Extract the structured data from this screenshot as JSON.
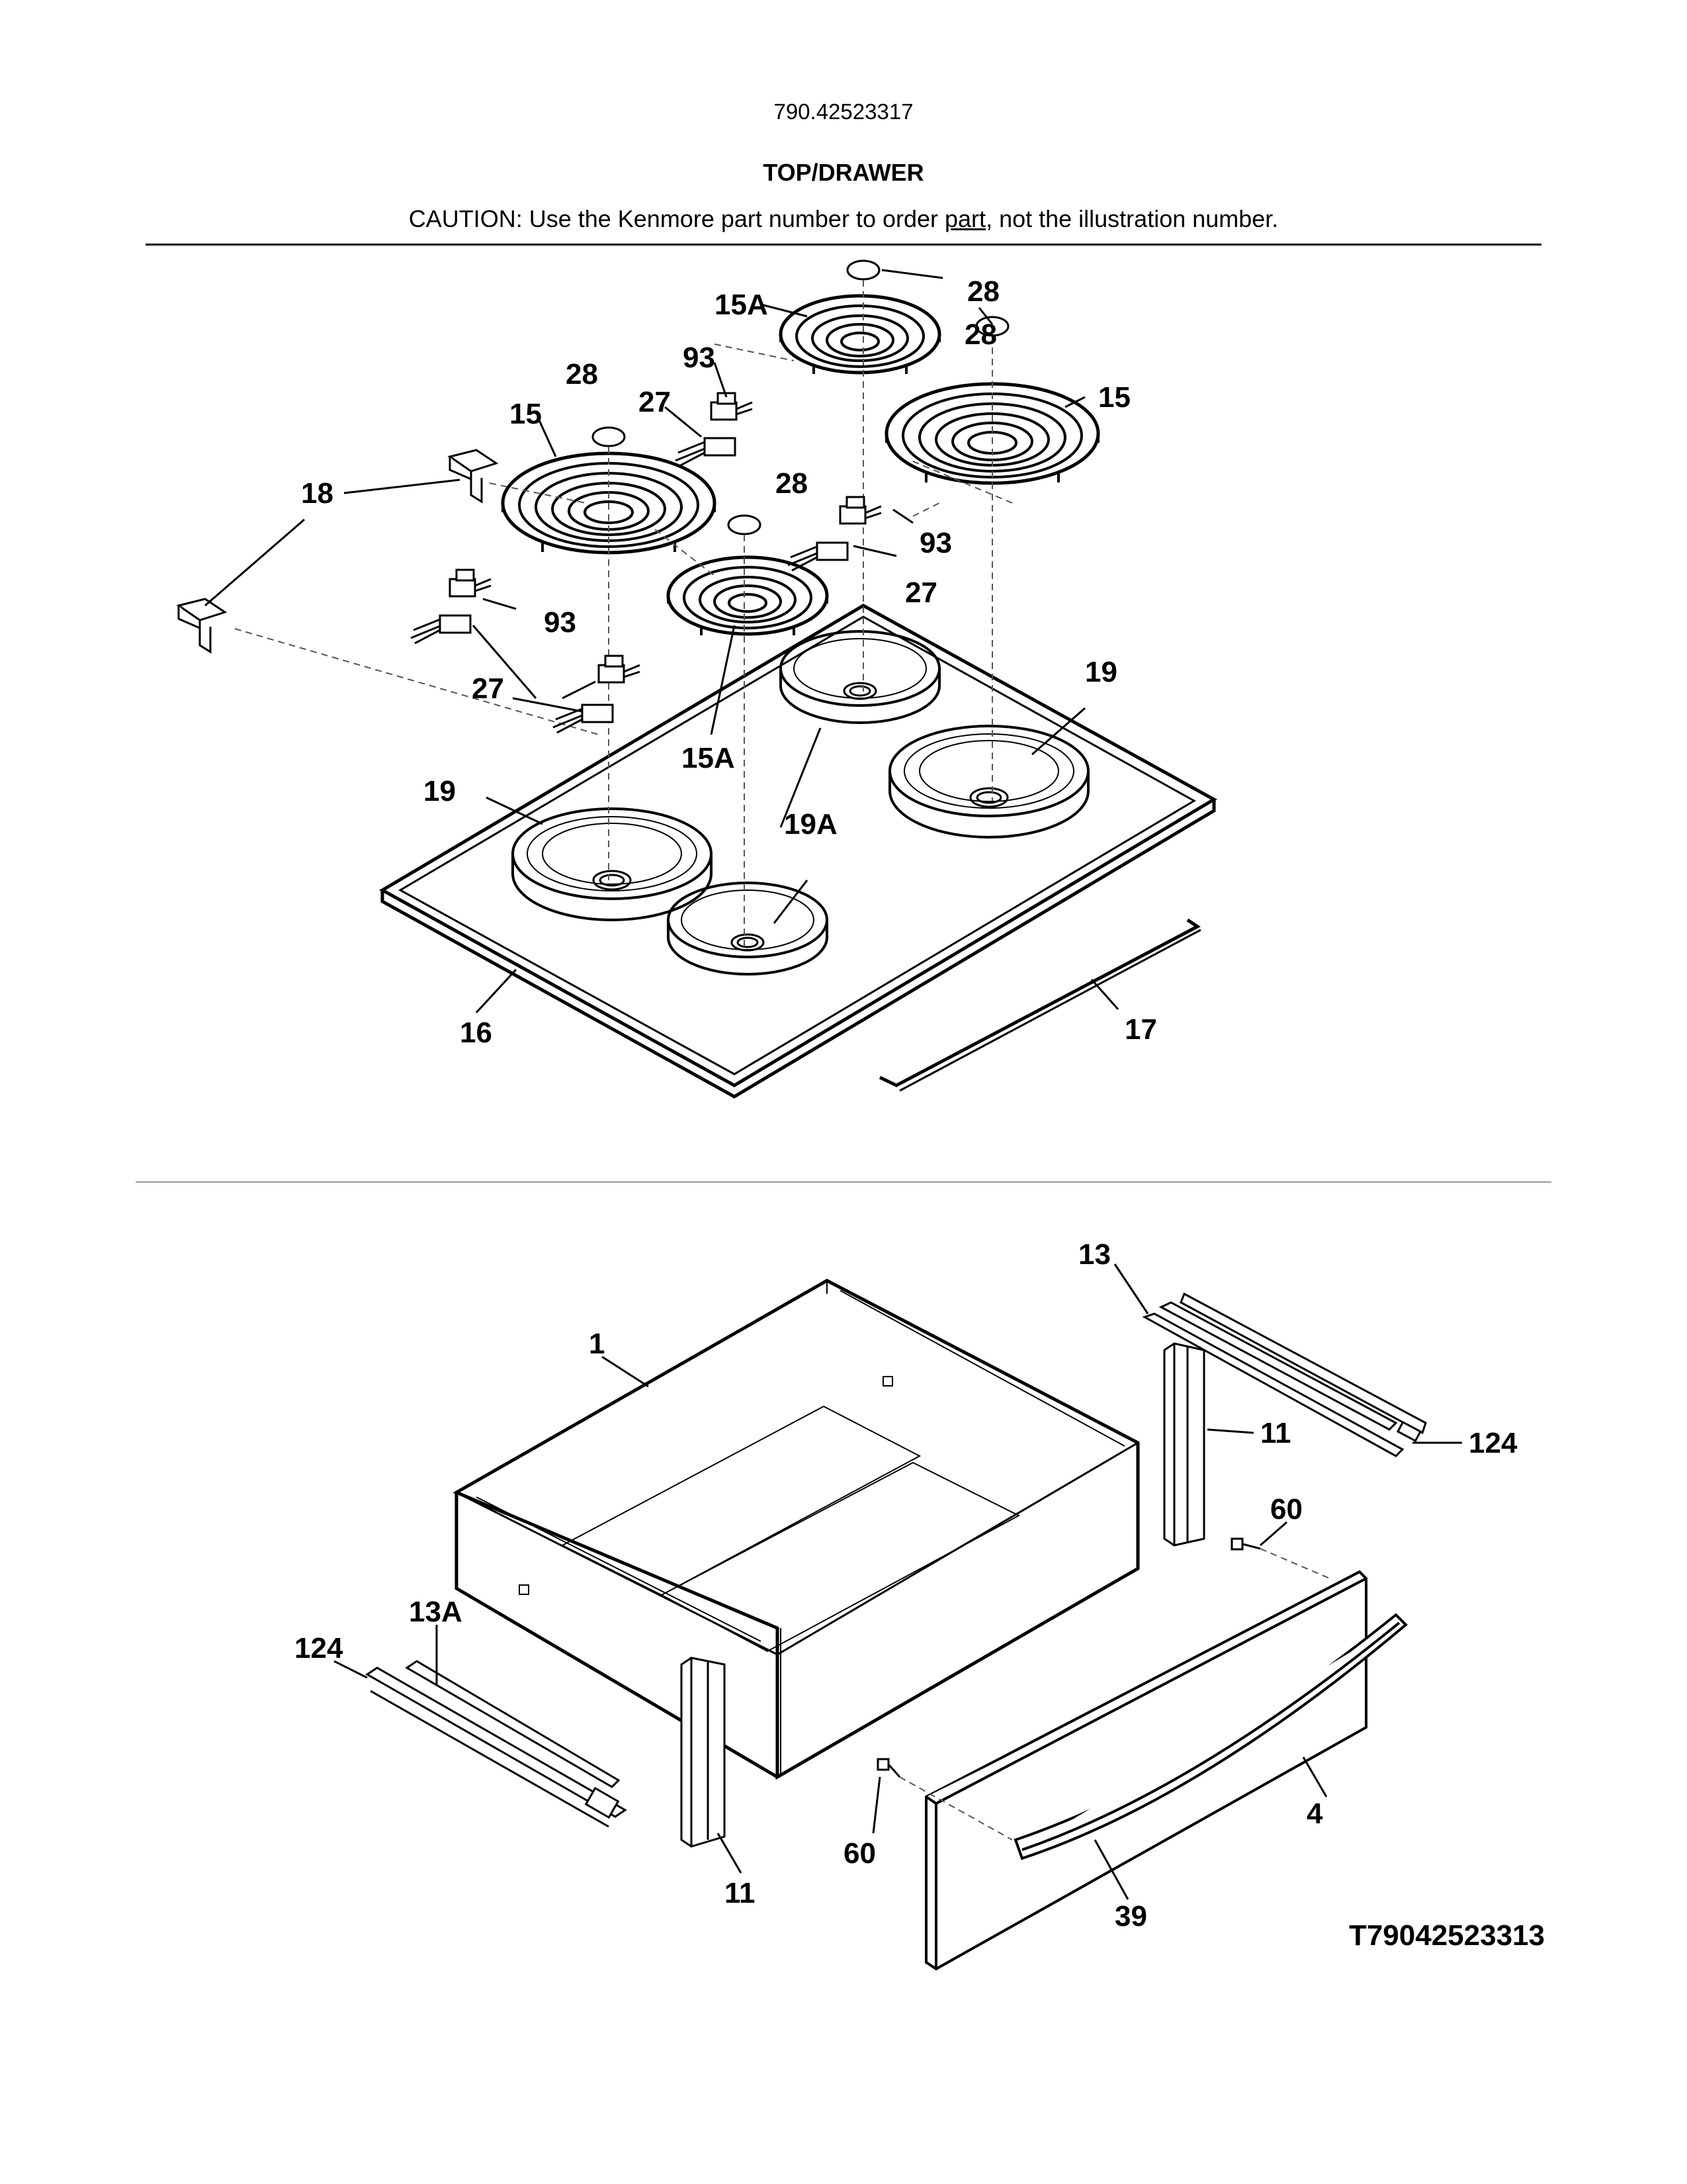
{
  "header": {
    "model_number": "790.42523317",
    "section_title": "TOP/DRAWER",
    "caution_before": "CAUTION: Use the Kenmore part number to order ",
    "caution_link": "part",
    "caution_after": ", not the illustration number."
  },
  "top_labels": {
    "l28_a": "28",
    "l15A_a": "15A",
    "l28_b": "28",
    "l93_a": "93",
    "l27_a": "27",
    "l15_a": "15",
    "l15_b": "15",
    "l18": "18",
    "l28_c": "28",
    "l93_b": "93",
    "l27_b": "27",
    "l93_c": "93",
    "l27_c": "27",
    "l15A_b": "15A",
    "l19_a": "19",
    "l19_b": "19",
    "l19A": "19A",
    "l16": "16",
    "l17": "17"
  },
  "drawer_labels": {
    "l13": "13",
    "l1": "1",
    "l11_a": "11",
    "l124_a": "124",
    "l60_a": "60",
    "l13A": "13A",
    "l124_b": "124",
    "l11_b": "11",
    "l60_b": "60",
    "l4": "4",
    "l39": "39"
  },
  "drawing_code": "T79042523313"
}
